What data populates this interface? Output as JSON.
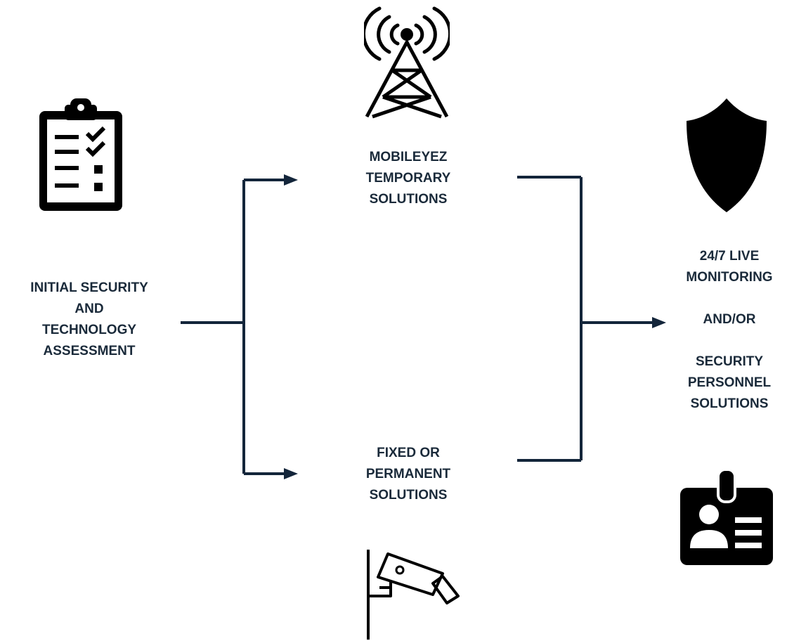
{
  "start": {
    "lines": [
      "INITIAL SECURITY",
      "AND",
      "TECHNOLOGY",
      "ASSESSMENT"
    ],
    "icon": "clipboard-checklist-icon"
  },
  "temporary": {
    "lines": [
      "MOBILEYEZ",
      "TEMPORARY",
      "SOLUTIONS"
    ],
    "icon": "radio-tower-icon"
  },
  "fixed": {
    "lines": [
      "FIXED OR",
      "PERMANENT",
      "SOLUTIONS"
    ],
    "icon": "security-camera-icon"
  },
  "outcome": {
    "monitoring": [
      "24/7 LIVE",
      "MONITORING"
    ],
    "conjunction": "AND/OR",
    "personnel": [
      "SECURITY",
      "PERSONNEL",
      "SOLUTIONS"
    ],
    "icons": [
      "shield-icon",
      "id-badge-icon"
    ]
  },
  "colors": {
    "text": "#1a2a3a",
    "connector": "#13253a",
    "icon": "#000000"
  }
}
